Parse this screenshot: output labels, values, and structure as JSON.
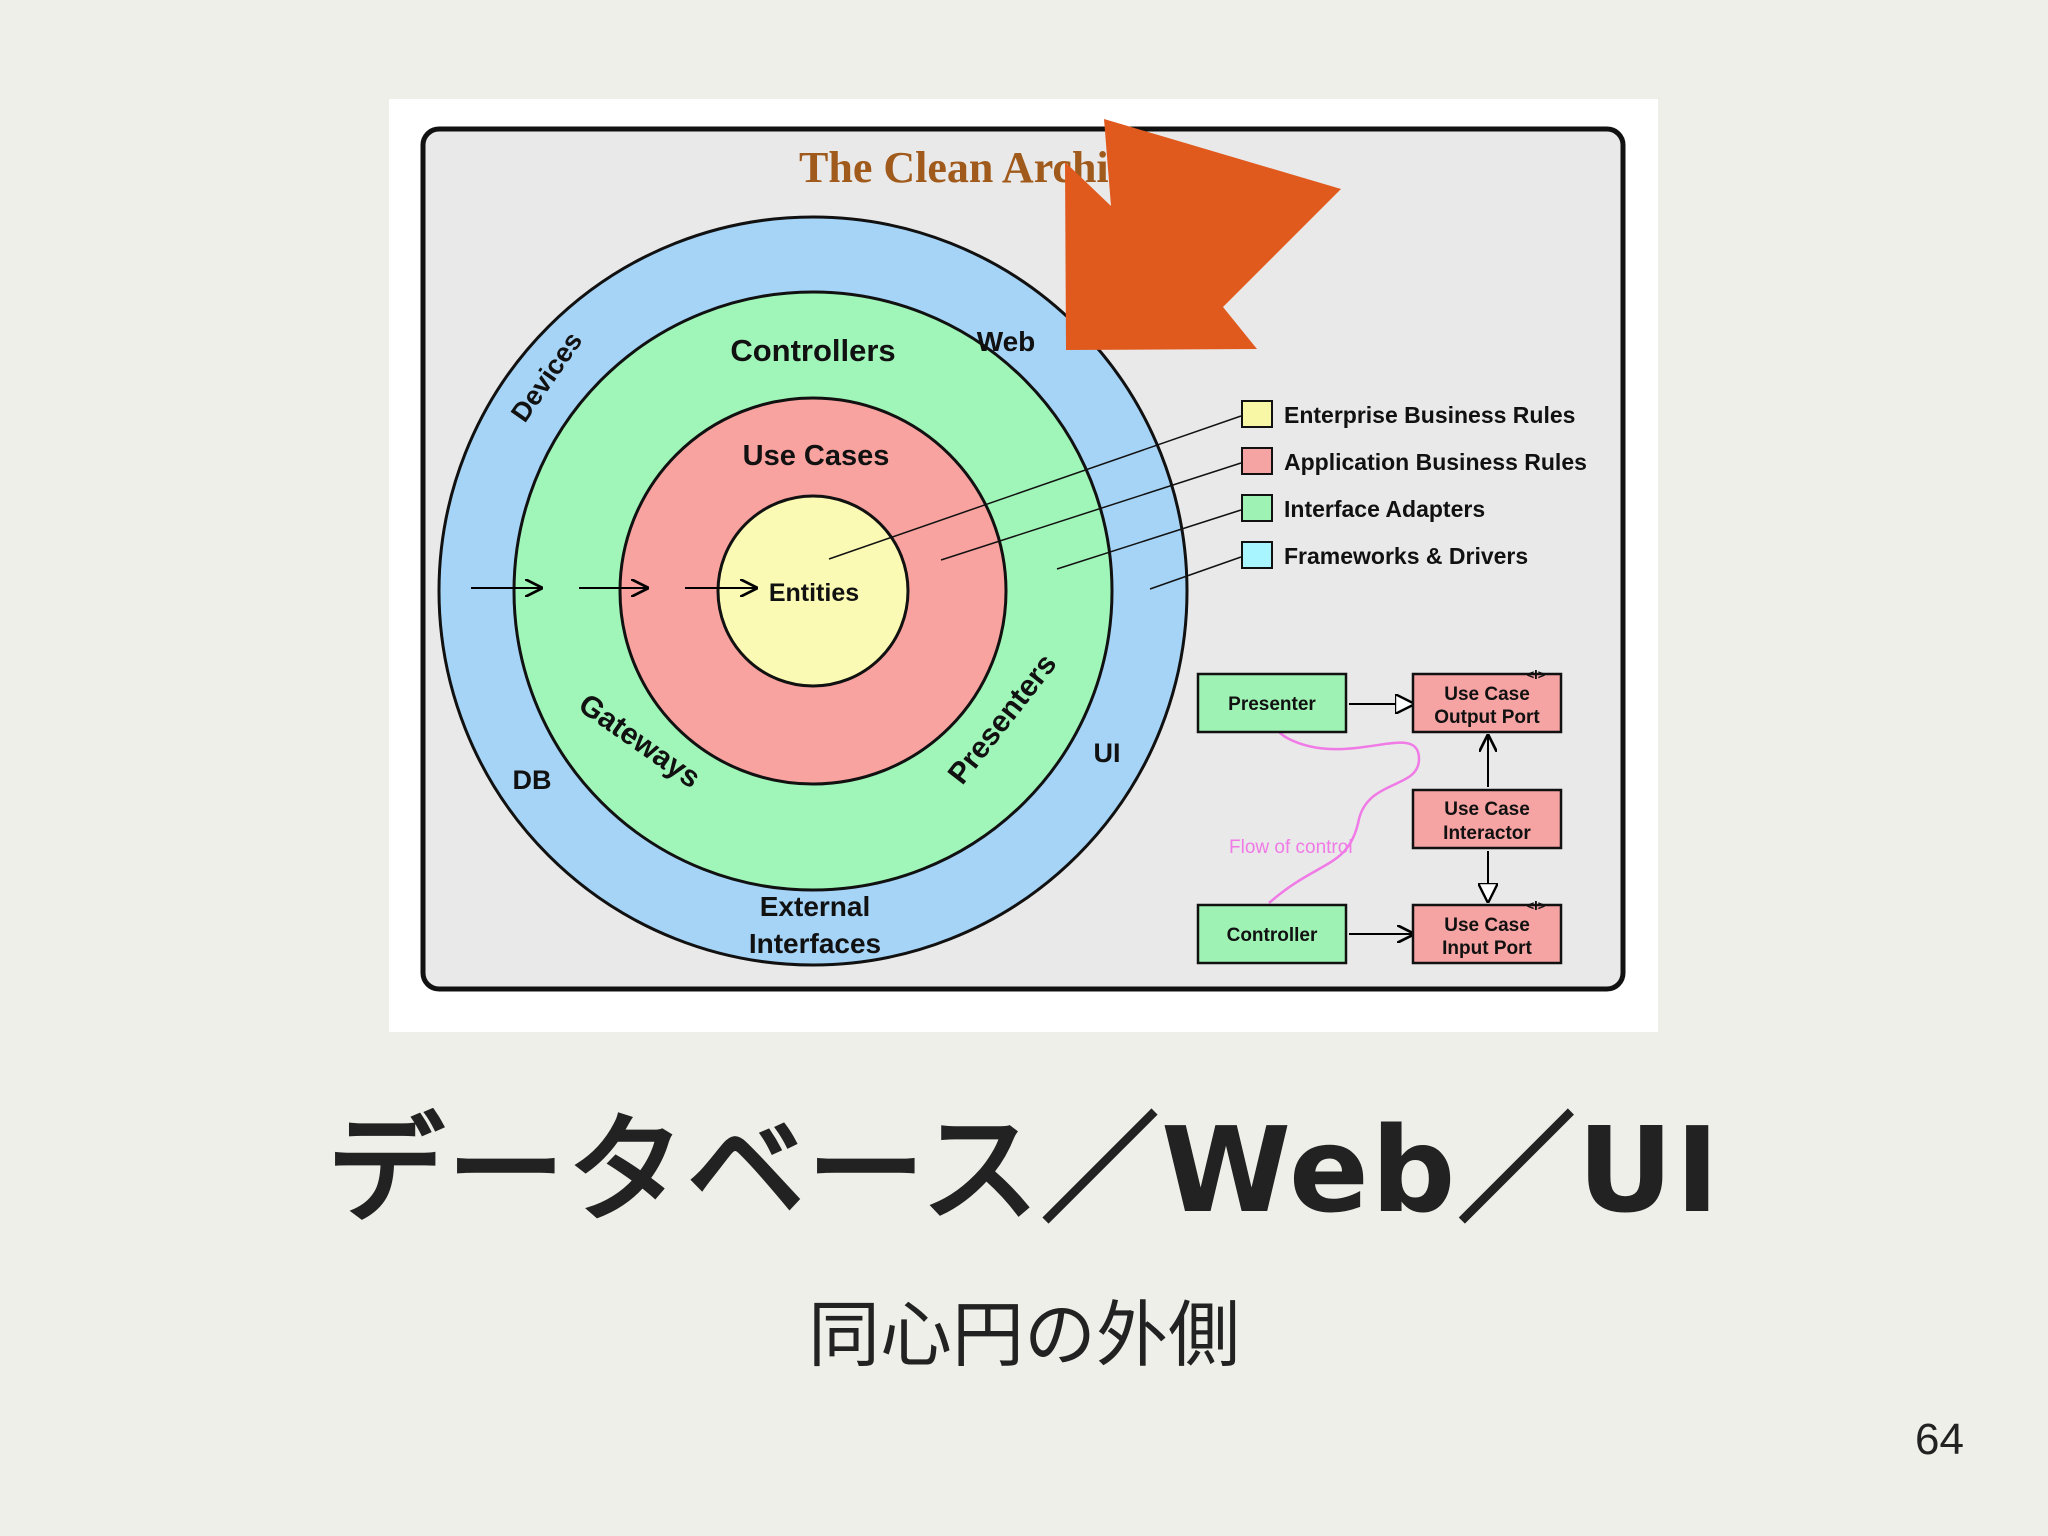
{
  "diagram": {
    "title": "The Clean Architecture",
    "rings": {
      "outer_labels": [
        "Devices",
        "Web",
        "DB",
        "UI",
        "External",
        "Interfaces"
      ],
      "green_labels": [
        "Controllers",
        "Gateways",
        "Presenters"
      ],
      "red_label": "Use Cases",
      "core_label": "Entities"
    },
    "legend": [
      {
        "label": "Enterprise Business Rules",
        "color": "#f8f7a6"
      },
      {
        "label": "Application Business Rules",
        "color": "#f6a3a3"
      },
      {
        "label": "Interface Adapters",
        "color": "#9ef2b4"
      },
      {
        "label": "Frameworks & Drivers",
        "color": "#a8f4ff"
      }
    ],
    "flow": {
      "presenter": "Presenter",
      "output_port_line1": "Use Case",
      "output_port_line2": "Output Port",
      "interactor_line1": "Use Case",
      "interactor_line2": "Interactor",
      "input_port_line1": "Use Case",
      "input_port_line2": "Input Port",
      "controller": "Controller",
      "interface_marker": "<I>",
      "flow_label": "Flow of control"
    },
    "colors": {
      "outer": "#a6d4f7",
      "green": "#a0f5b8",
      "red": "#f8a3a0",
      "core": "#fafab4",
      "title": "#a05a1c",
      "arrow": "#e05a1e",
      "flow": "#f07ae6"
    }
  },
  "slide": {
    "title": "データベース／Web／UI",
    "subtitle": "同心円の外側",
    "page_number": "64"
  }
}
